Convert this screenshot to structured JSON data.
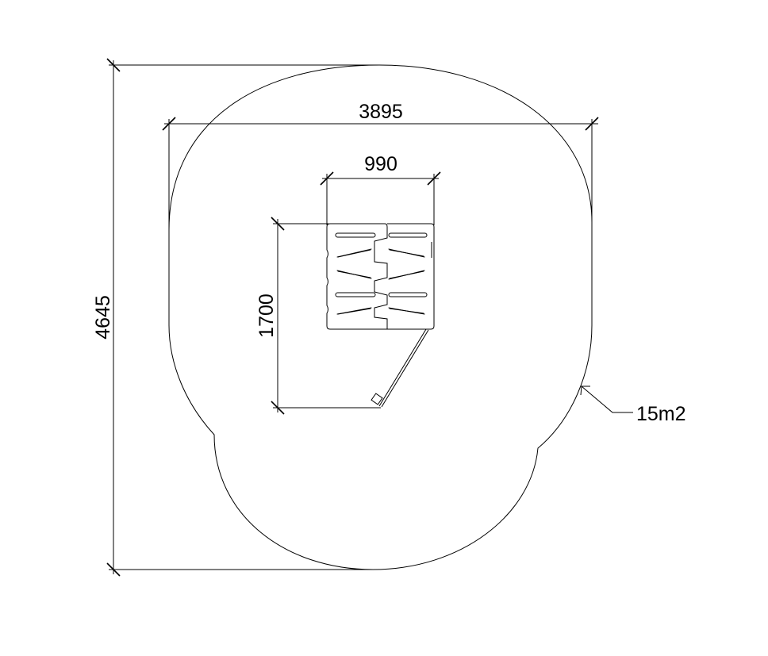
{
  "drawing": {
    "dimensions": {
      "overall_length": "4645",
      "overall_width": "3895",
      "equipment_width": "990",
      "equipment_length": "1700"
    },
    "area_label": "15m2"
  }
}
